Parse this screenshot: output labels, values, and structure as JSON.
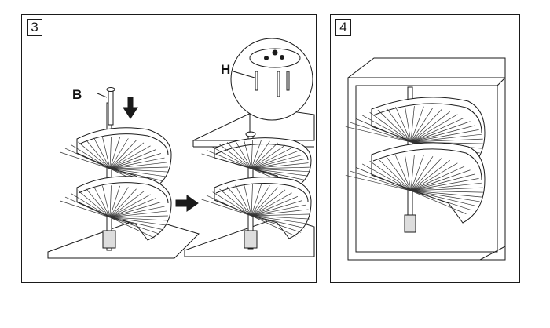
{
  "panels": [
    {
      "step": "3",
      "labels": {
        "b": "B",
        "h": "H"
      }
    },
    {
      "step": "4"
    }
  ]
}
